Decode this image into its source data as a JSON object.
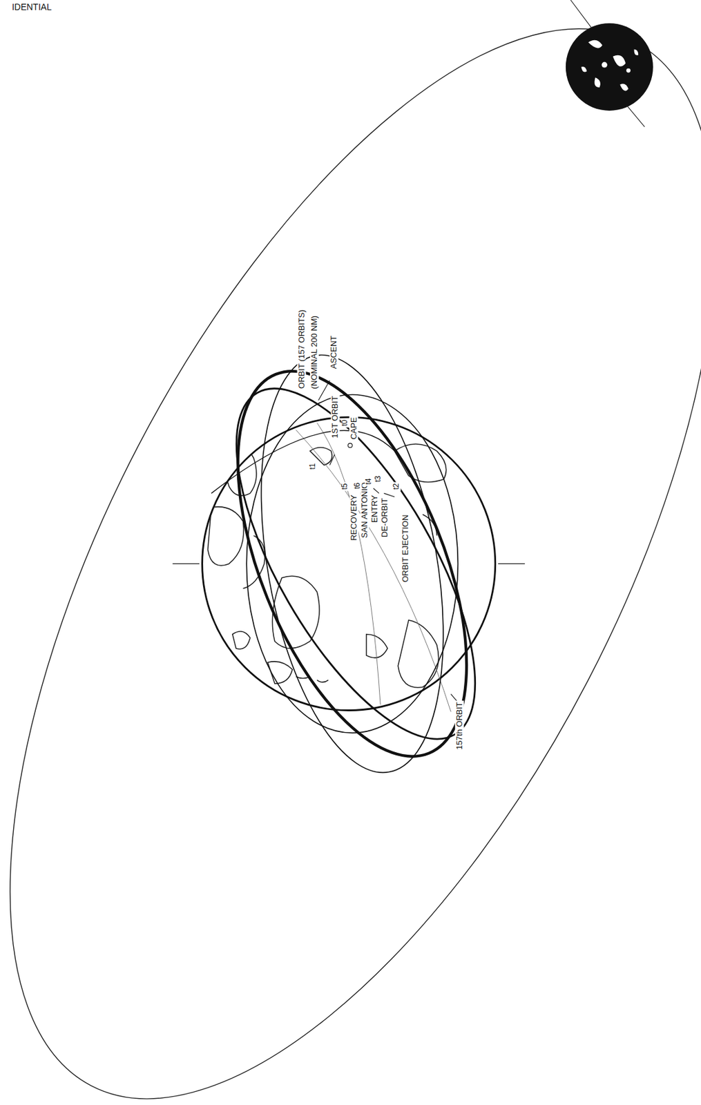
{
  "diagram": {
    "labels": [
      "IDENTIAL",
      "ORBIT (157 ORBITS)",
      "(NOMINAL 200 NM)",
      "ASCENT",
      "1ST ORBIT",
      "CAPE",
      "RECOVERY",
      "SAN ANTONIO",
      "ENTRY",
      "DE-ORBIT",
      "ORBIT EJECTION",
      "157th ORBIT",
      "t1",
      "t0",
      "t5",
      "t6",
      "t4",
      "t3",
      "t2"
    ]
  }
}
